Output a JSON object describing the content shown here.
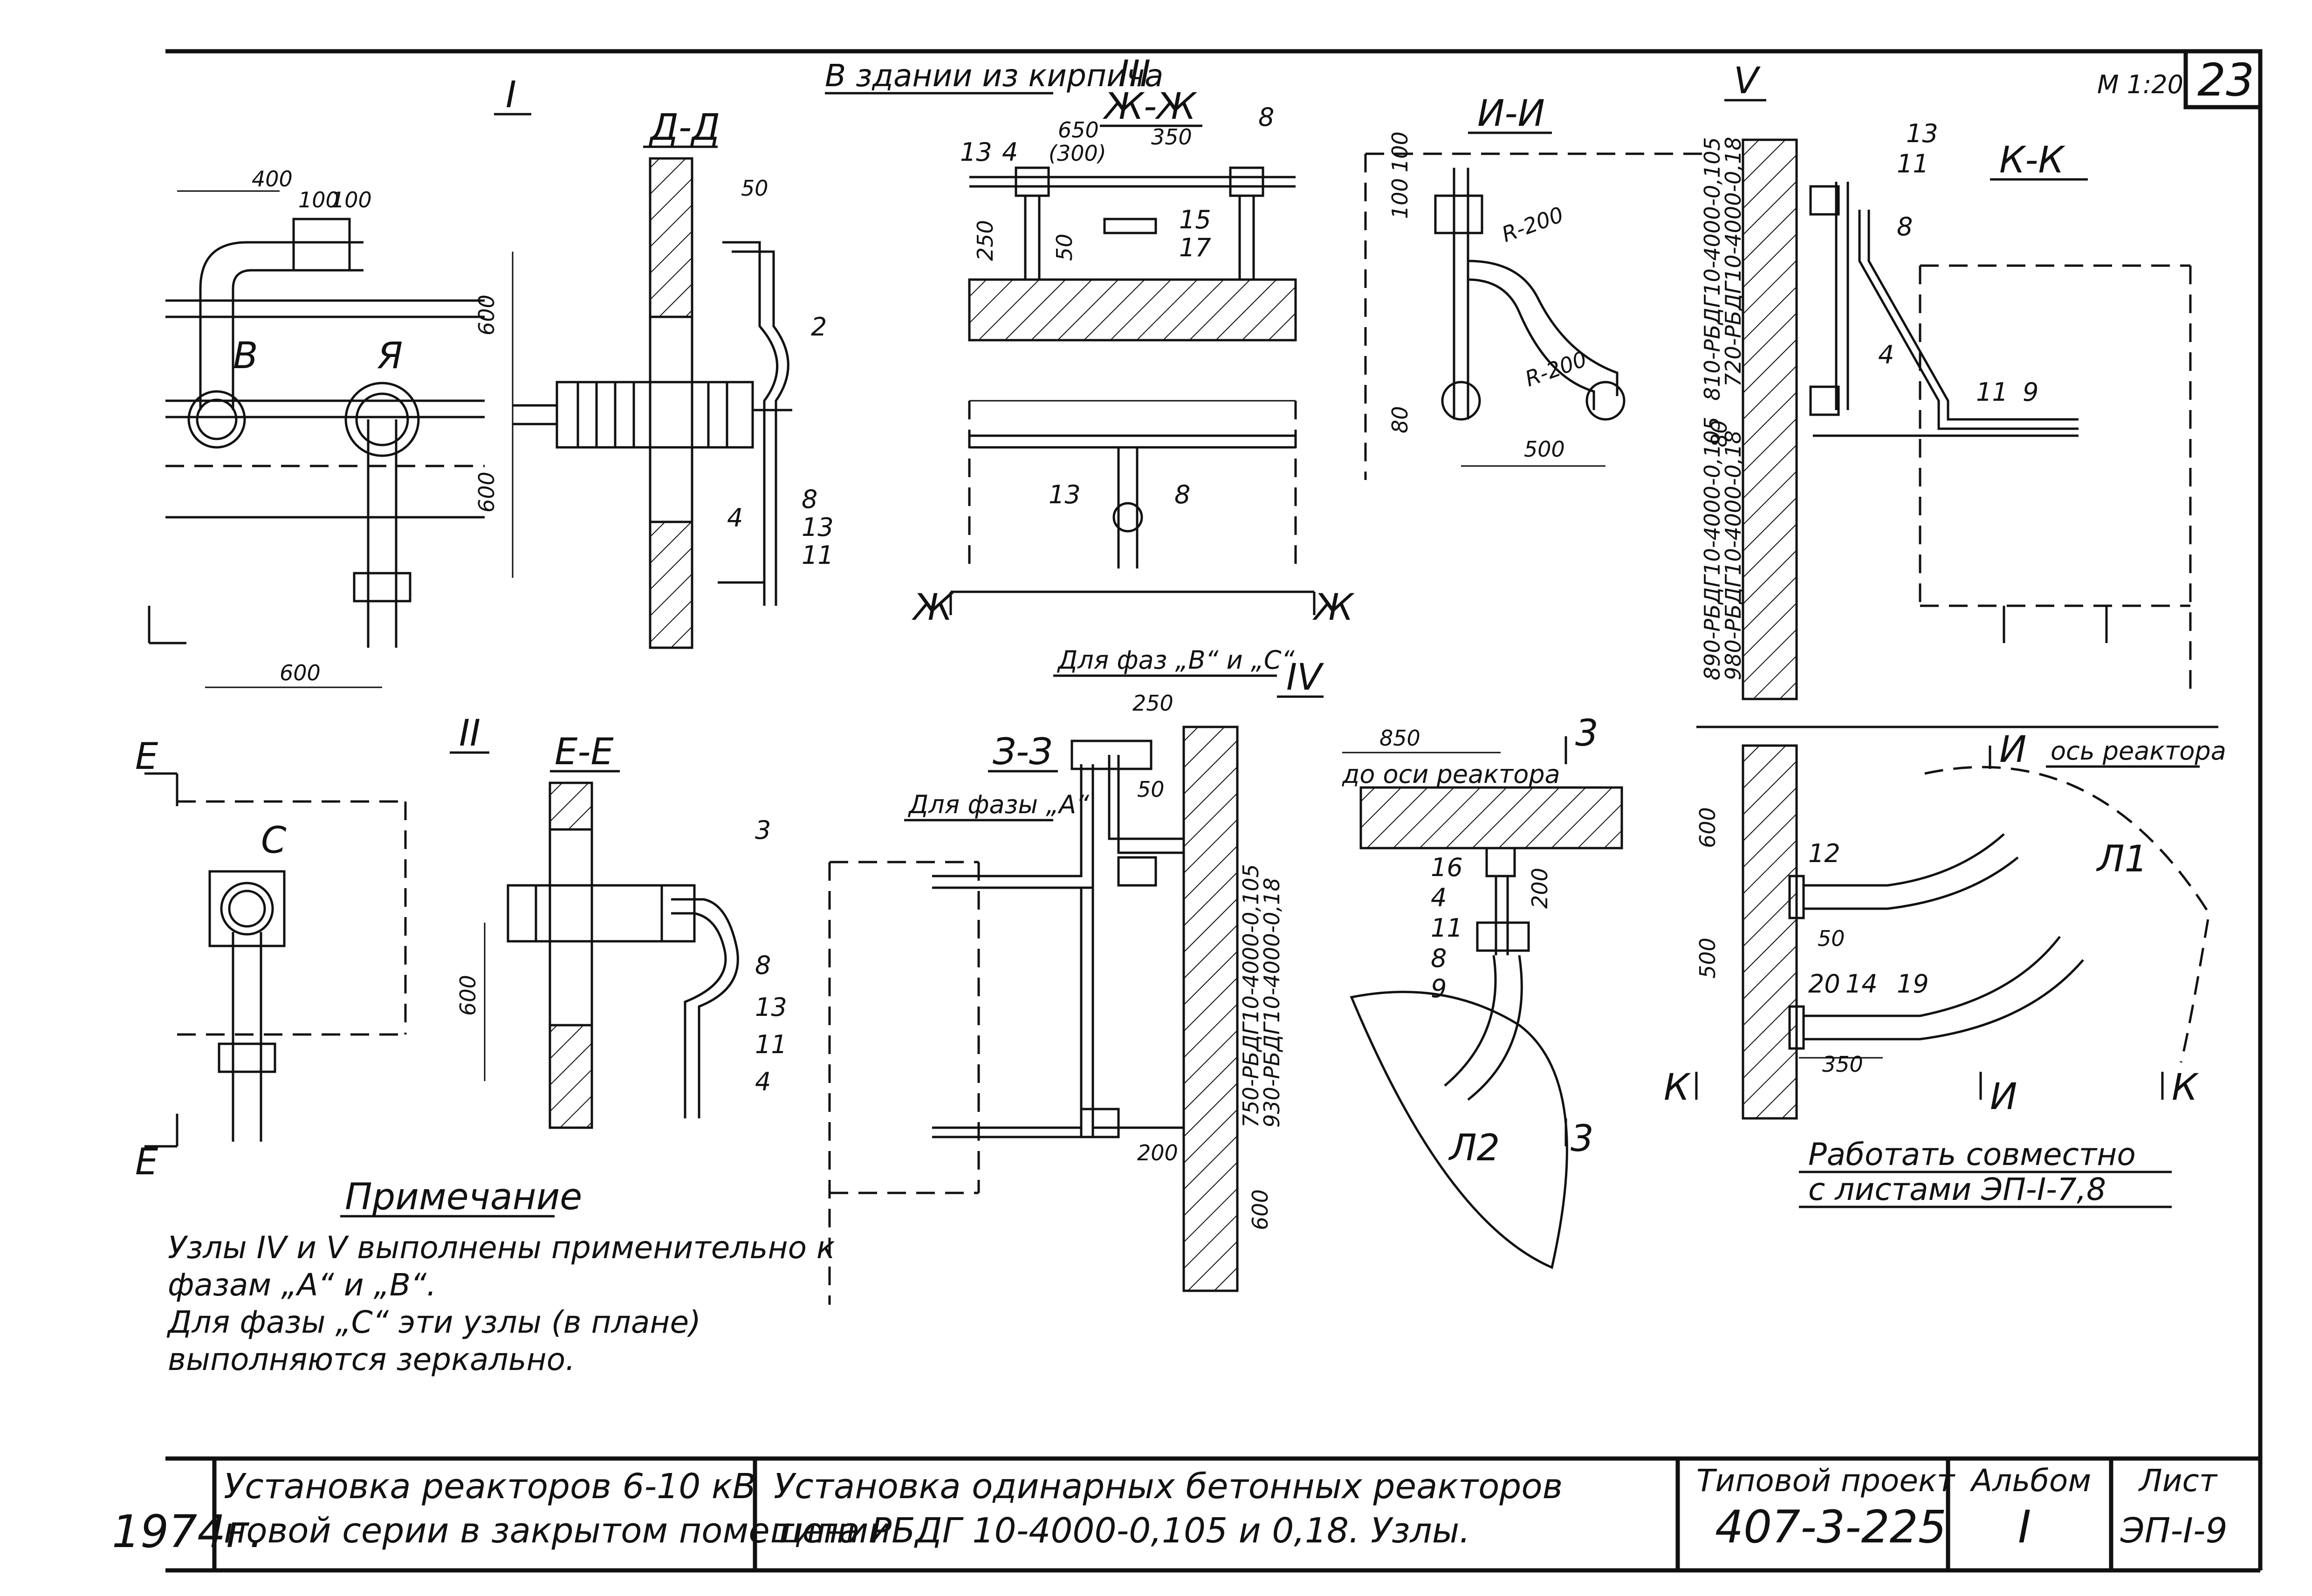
{
  "sheet": {
    "number": "23",
    "scale": "М 1:20"
  },
  "views": {
    "node1": {
      "title": "I",
      "label_b": "В",
      "label_a": "Я",
      "dims": [
        "400",
        "100",
        "100",
        "600"
      ]
    },
    "dd": {
      "title": "Д-Д",
      "dims": [
        "50",
        "600",
        "600"
      ],
      "callouts": [
        "2",
        "8",
        "13",
        "11",
        "4"
      ]
    },
    "node3": {
      "title": "III",
      "section": "Ж-Ж",
      "note": "В здании из кирпича",
      "dims": [
        "650",
        "350",
        "(300)",
        "250",
        "50"
      ],
      "callouts": [
        "13",
        "4",
        "8",
        "15",
        "17",
        "13",
        "8"
      ],
      "cut_left": "Ж",
      "cut_right": "Ж"
    },
    "ii": {
      "title": "И-И",
      "dims": [
        "100",
        "100",
        "R-200",
        "R-200",
        "80",
        "500"
      ]
    },
    "node5": {
      "title": "V",
      "section": "К-К",
      "callouts": [
        "13",
        "11",
        "8",
        "4",
        "11",
        "9"
      ],
      "dims": [
        "80"
      ],
      "vlabels": [
        "810-РБДГ10-4000-0,105",
        "720-РБДГ10-4000-0,18",
        "890-РБДГ10-4000-0,105",
        "980-РБДГ10-4000-0,18"
      ]
    },
    "node2": {
      "title": "II",
      "label_c": "С",
      "cut_e1": "Е",
      "cut_e2": "Е"
    },
    "ee": {
      "title": "Е-Е",
      "dims": [
        "600"
      ],
      "callouts": [
        "3",
        "8",
        "13",
        "11",
        "4"
      ]
    },
    "zz": {
      "title": "З-З",
      "phase_bc": "Для фаз „В“ и „С“",
      "phase_a": "Для фазы „А“",
      "dims": [
        "250",
        "50",
        "200",
        "600"
      ],
      "vlabels": [
        "750-РБДГ10-4000-0,105",
        "930-РБДГ10-4000-0,18"
      ]
    },
    "node4": {
      "title": "IV",
      "dim": "850",
      "axis_note": "до оси реактора",
      "callouts": [
        "16",
        "4",
        "11",
        "8",
        "9"
      ],
      "dim200": "200",
      "cut": "3",
      "cut2": "3",
      "l2": "Л2"
    },
    "plan": {
      "axis_note": "ось реактора",
      "cut_i": "И",
      "cut_i2": "И",
      "cut_k": "К",
      "cut_k2": "К",
      "l1": "Л1",
      "callouts": [
        "12",
        "50",
        "20",
        "14",
        "19"
      ],
      "dims": [
        "600",
        "500",
        "350"
      ]
    }
  },
  "instruction": {
    "line1": "Работать совместно",
    "line2": "с листами ЭП-I-7,8"
  },
  "note": {
    "title": "Примечание",
    "line1": "Узлы IV и V выполнены применительно к",
    "line2": "фазам „А“ и „В“.",
    "line3": "Для фазы „С“ эти узлы (в плане)",
    "line4": "выполняются зеркально."
  },
  "title_block": {
    "year": "1974г.",
    "project_line1": "Установка реакторов 6-10 кВ",
    "project_line2": "новой серии в закрытом помещении",
    "drawing_line1": "Установка одинарных бетонных реакторов",
    "drawing_line2": "типа РБДГ 10-4000-0,105 и 0,18.   Узлы.",
    "type_label": "Типовой проект",
    "type_value": "407-3-225",
    "album_label": "Альбом",
    "album_value": "I",
    "sheet_label": "Лист",
    "sheet_value": "ЭП-I-9"
  }
}
